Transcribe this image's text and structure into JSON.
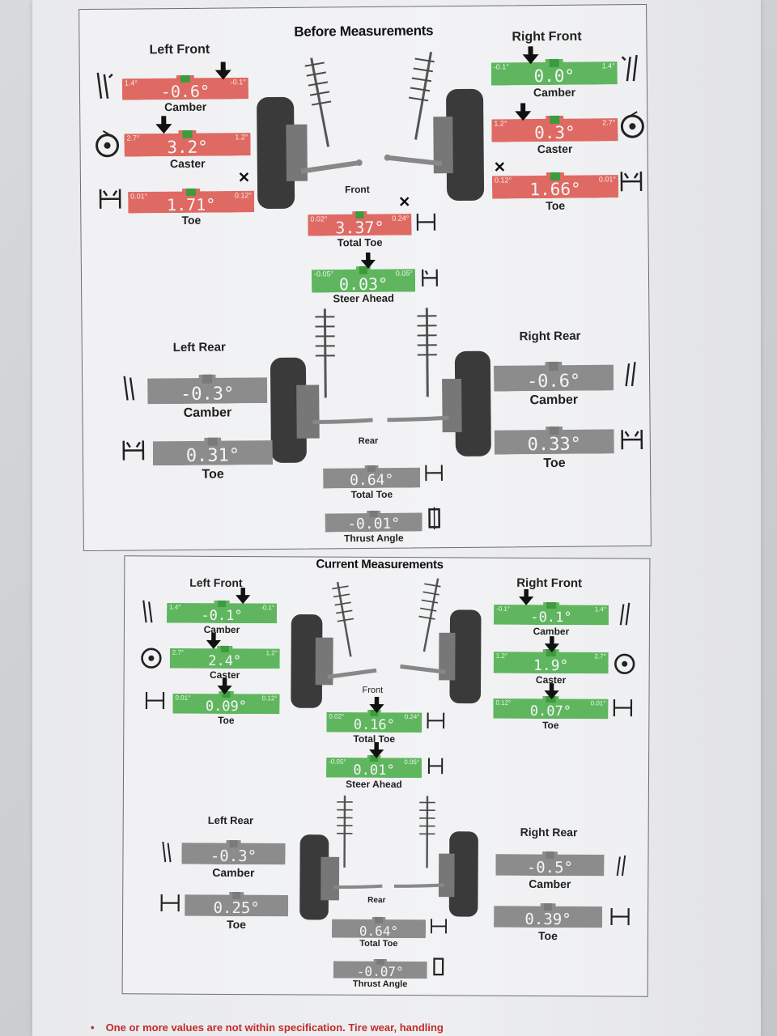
{
  "before": {
    "title": "Before Measurements",
    "front_label": "Front",
    "rear_label": "Rear",
    "left_front": {
      "title": "Left Front",
      "camber": {
        "label": "Camber",
        "value": "-0.6°",
        "min": "1.4°",
        "max": "-0.1°",
        "status": "red"
      },
      "caster": {
        "label": "Caster",
        "value": "3.2°",
        "min": "2.7°",
        "max": "1.2°",
        "status": "red"
      },
      "toe": {
        "label": "Toe",
        "value": "1.71°",
        "min": "0.01°",
        "max": "0.12°",
        "status": "red"
      }
    },
    "right_front": {
      "title": "Right Front",
      "camber": {
        "label": "Camber",
        "value": "0.0°",
        "min": "-0.1°",
        "max": "1.4°",
        "status": "green"
      },
      "caster": {
        "label": "Caster",
        "value": "0.3°",
        "min": "1.2°",
        "max": "2.7°",
        "status": "red"
      },
      "toe": {
        "label": "Toe",
        "value": "1.66°",
        "min": "0.12°",
        "max": "0.01°",
        "status": "red"
      }
    },
    "total_toe_front": {
      "label": "Total Toe",
      "value": "3.37°",
      "min": "0.02°",
      "max": "0.24°",
      "status": "red"
    },
    "steer_ahead": {
      "label": "Steer Ahead",
      "value": "0.03°",
      "min": "-0.05°",
      "max": "0.05°",
      "status": "green"
    },
    "left_rear": {
      "title": "Left Rear",
      "camber": {
        "label": "Camber",
        "value": "-0.3°",
        "status": "gray"
      },
      "toe": {
        "label": "Toe",
        "value": "0.31°",
        "status": "gray"
      }
    },
    "right_rear": {
      "title": "Right Rear",
      "camber": {
        "label": "Camber",
        "value": "-0.6°",
        "status": "gray"
      },
      "toe": {
        "label": "Toe",
        "value": "0.33°",
        "status": "gray"
      }
    },
    "total_toe_rear": {
      "label": "Total Toe",
      "value": "0.64°",
      "status": "gray"
    },
    "thrust_angle": {
      "label": "Thrust Angle",
      "value": "-0.01°",
      "status": "gray"
    }
  },
  "current": {
    "title": "Current Measurements",
    "front_label": "Front",
    "rear_label": "Rear",
    "left_front": {
      "title": "Left Front",
      "camber": {
        "label": "Camber",
        "value": "-0.1°",
        "min": "1.4°",
        "max": "-0.1°",
        "status": "green"
      },
      "caster": {
        "label": "Caster",
        "value": "2.4°",
        "min": "2.7°",
        "max": "1.2°",
        "status": "green"
      },
      "toe": {
        "label": "Toe",
        "value": "0.09°",
        "min": "0.01°",
        "max": "0.12°",
        "status": "green"
      }
    },
    "right_front": {
      "title": "Right Front",
      "camber": {
        "label": "Camber",
        "value": "-0.1°",
        "min": "-0.1°",
        "max": "1.4°",
        "status": "green"
      },
      "caster": {
        "label": "Caster",
        "value": "1.9°",
        "min": "1.2°",
        "max": "2.7°",
        "status": "green"
      },
      "toe": {
        "label": "Toe",
        "value": "0.07°",
        "min": "0.12°",
        "max": "0.01°",
        "status": "green"
      }
    },
    "total_toe_front": {
      "label": "Total Toe",
      "value": "0.16°",
      "min": "0.02°",
      "max": "0.24°",
      "status": "green"
    },
    "steer_ahead": {
      "label": "Steer Ahead",
      "value": "0.01°",
      "min": "-0.05°",
      "max": "0.05°",
      "status": "green"
    },
    "left_rear": {
      "title": "Left Rear",
      "camber": {
        "label": "Camber",
        "value": "-0.3°",
        "status": "gray"
      },
      "toe": {
        "label": "Toe",
        "value": "0.25°",
        "status": "gray"
      }
    },
    "right_rear": {
      "title": "Right Rear",
      "camber": {
        "label": "Camber",
        "value": "-0.5°",
        "status": "gray"
      },
      "toe": {
        "label": "Toe",
        "value": "0.39°",
        "status": "gray"
      }
    },
    "total_toe_rear": {
      "label": "Total Toe",
      "value": "0.64°",
      "status": "gray"
    },
    "thrust_angle": {
      "label": "Thrust Angle",
      "value": "-0.07°",
      "status": "gray"
    }
  },
  "footer": {
    "bullet": "•",
    "text": "One or more values are not within specification.  Tire wear, handling"
  },
  "colors": {
    "out_of_spec": "#de6a63",
    "in_spec": "#5fb65f",
    "no_spec": "#8c8c8c",
    "warning_text": "#c22b2b"
  }
}
